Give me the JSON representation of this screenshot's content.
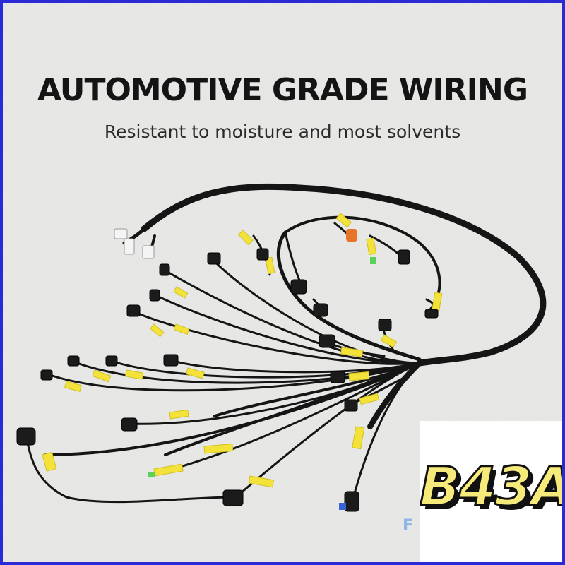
{
  "banner": {
    "headline": "AUTOMOTIVE GRADE WIRING",
    "subline": "Resistant to moisture and most solvents"
  },
  "badge": {
    "code": "B43A"
  },
  "watermark": {
    "text": "F"
  },
  "colors": {
    "frame_border": "#2a2ad6",
    "background": "#e9e9e7",
    "wire": "#141414",
    "tag": "#f2e23a",
    "badge_fill": "#f6ea7a"
  }
}
